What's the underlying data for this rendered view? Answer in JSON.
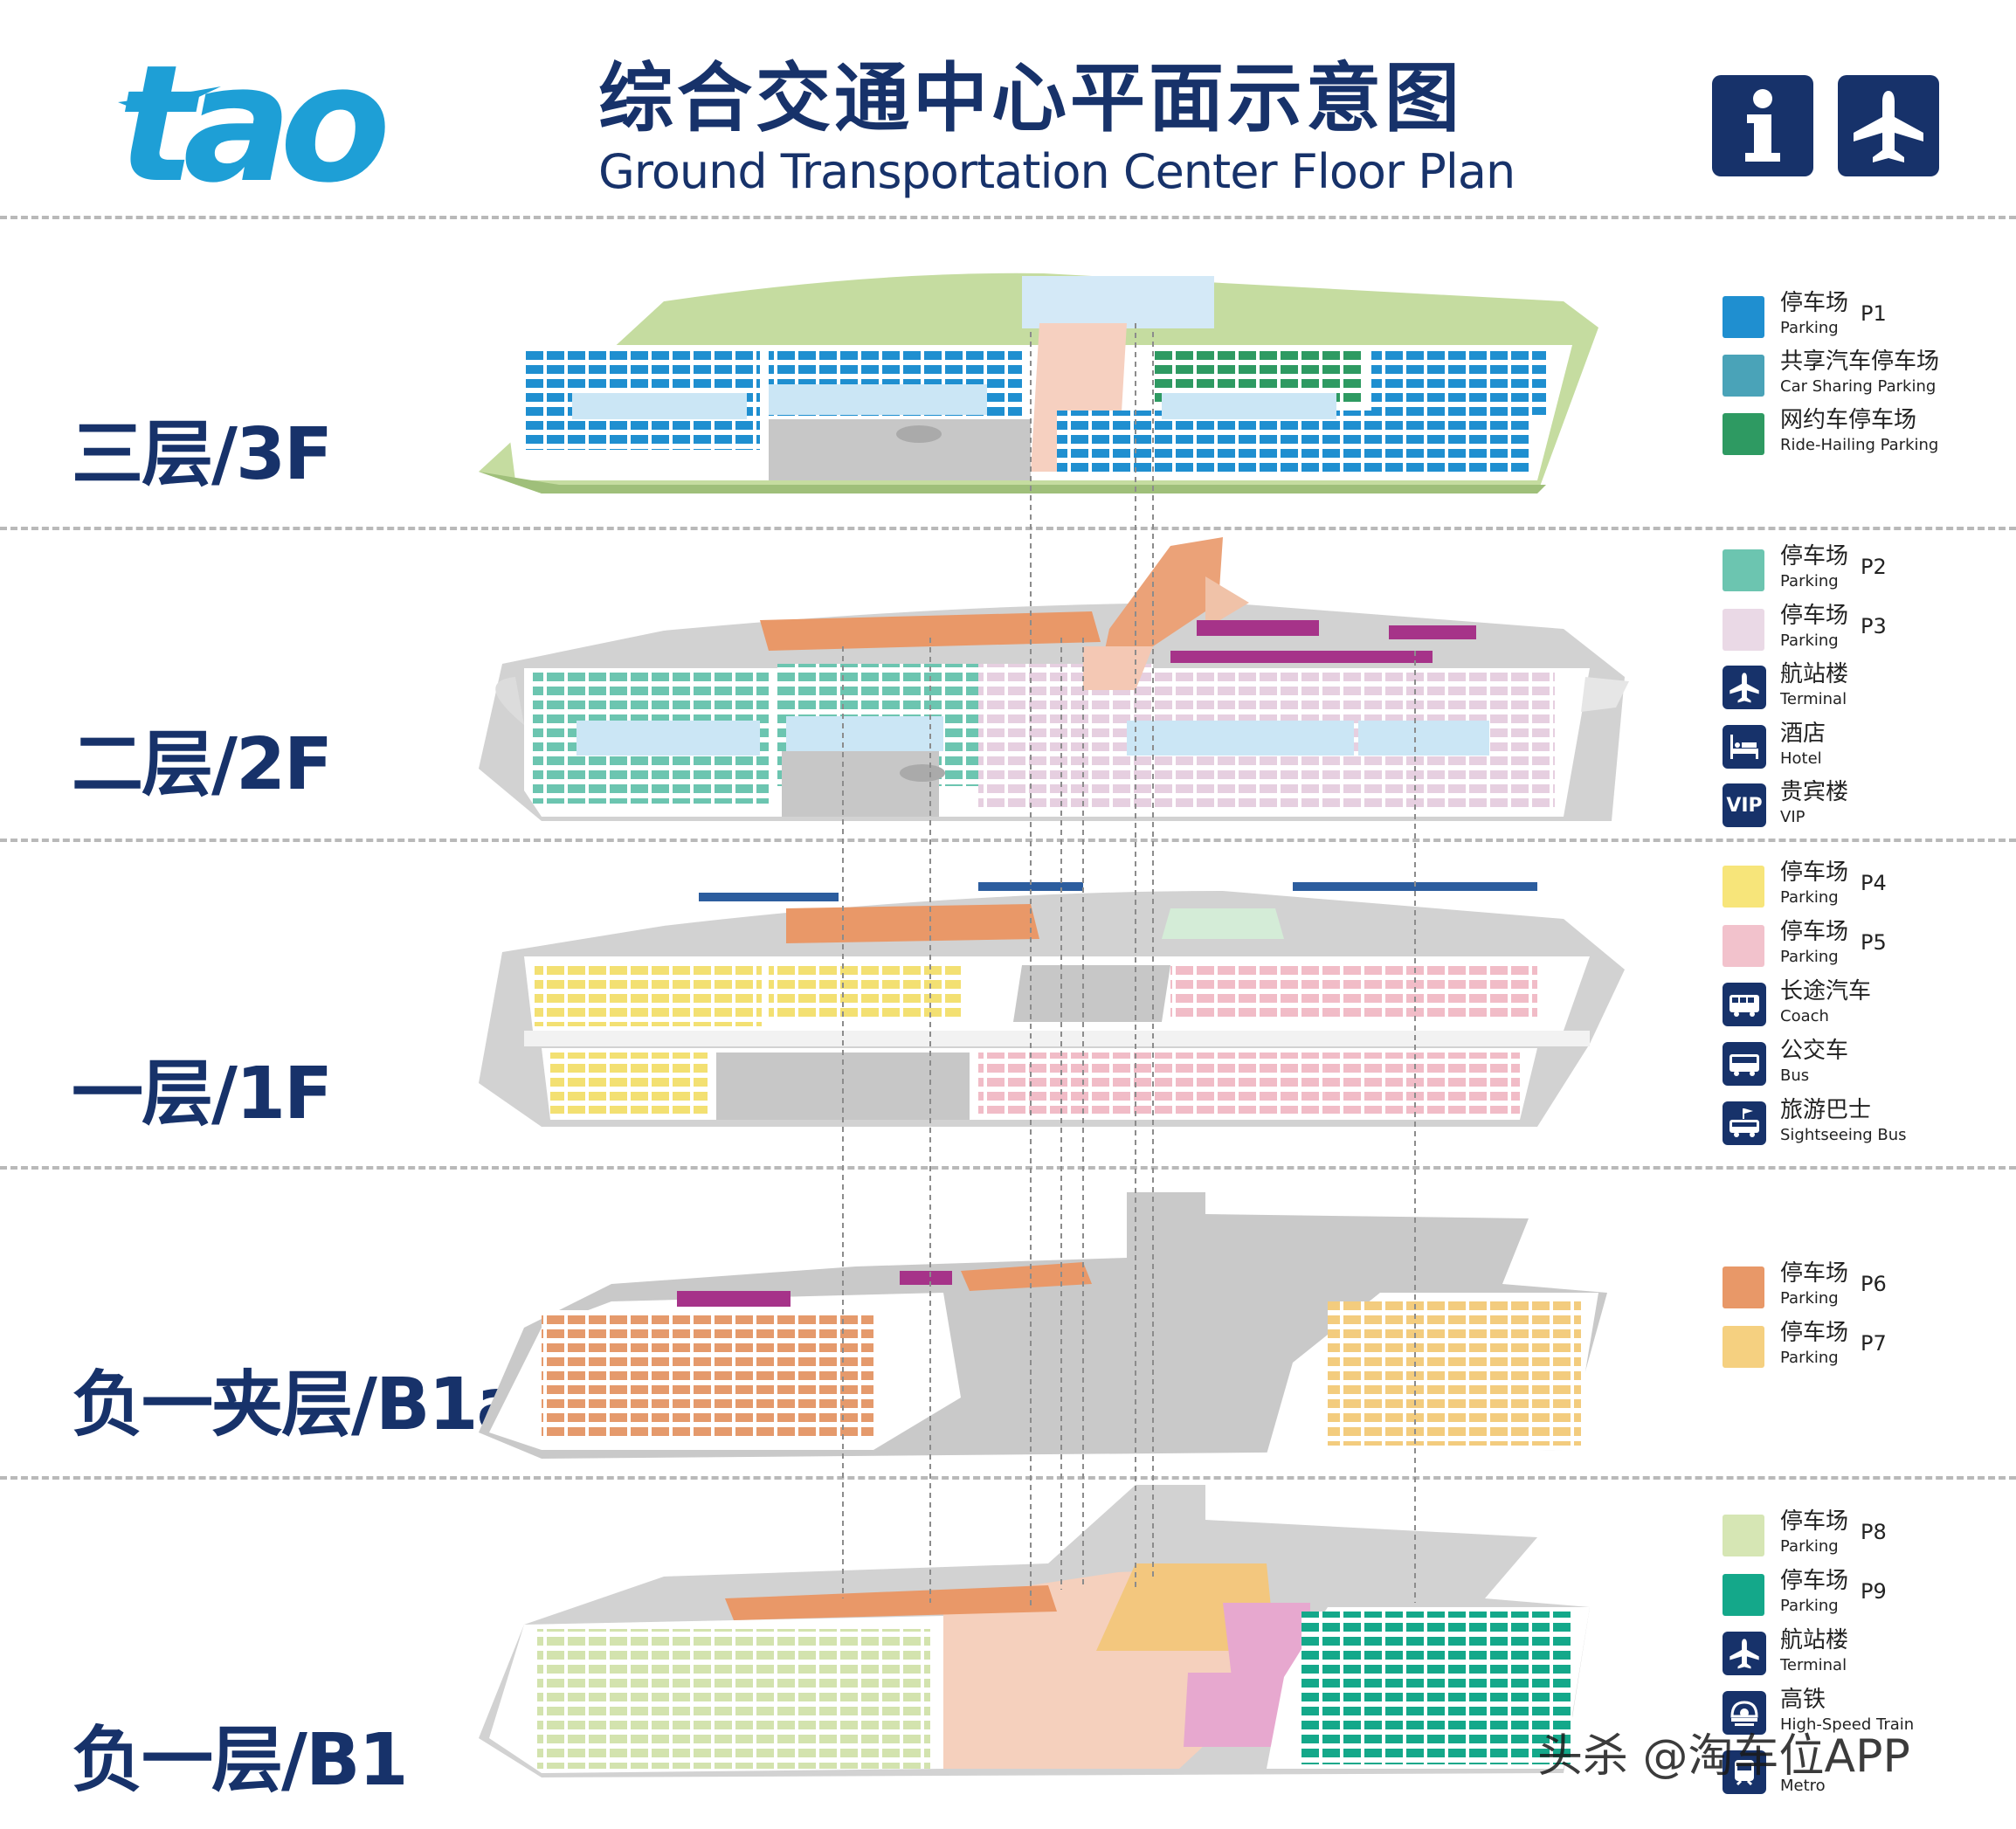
{
  "header": {
    "logo_text": "tao",
    "title_cn": "综合交通中心平面示意图",
    "title_en": "Ground Transportation Center Floor Plan",
    "info_icon": "info-icon",
    "airport_icon": "airplane-icon"
  },
  "floors": [
    {
      "id": "3f",
      "label": "三层/3F"
    },
    {
      "id": "2f",
      "label": "二层/2F"
    },
    {
      "id": "1f",
      "label": "一层/1F"
    },
    {
      "id": "b1a",
      "label": "负一夹层/B1a"
    },
    {
      "id": "b1",
      "label": "负一层/B1"
    }
  ],
  "legend": {
    "p1": {
      "cn": "停车场",
      "en": "Parking",
      "code": "P1",
      "color": "#1f8fd0"
    },
    "car_sharing": {
      "cn": "共享汽车停车场",
      "en": "Car Sharing Parking",
      "color": "#4aa3b8"
    },
    "ride_hailing": {
      "cn": "网约车停车场",
      "en": "Ride-Hailing Parking",
      "color": "#2e9a62"
    },
    "p2": {
      "cn": "停车场",
      "en": "Parking",
      "code": "P2",
      "color": "#6cc5b0"
    },
    "p3": {
      "cn": "停车场",
      "en": "Parking",
      "code": "P3",
      "color": "#ead9e6"
    },
    "terminal_2f": {
      "cn": "航站楼",
      "en": "Terminal",
      "icon": "airplane-icon"
    },
    "hotel": {
      "cn": "酒店",
      "en": "Hotel",
      "icon": "hotel-bed-icon"
    },
    "vip": {
      "cn": "贵宾楼",
      "en": "VIP",
      "icon": "vip-icon",
      "icon_text": "VIP"
    },
    "p4": {
      "cn": "停车场",
      "en": "Parking",
      "code": "P4",
      "color": "#f7e57a"
    },
    "p5": {
      "cn": "停车场",
      "en": "Parking",
      "code": "P5",
      "color": "#f2c2cc"
    },
    "coach": {
      "cn": "长途汽车",
      "en": "Coach",
      "icon": "coach-icon"
    },
    "bus": {
      "cn": "公交车",
      "en": "Bus",
      "icon": "bus-icon"
    },
    "sightseeing": {
      "cn": "旅游巴士",
      "en": "Sightseeing Bus",
      "icon": "sightseeing-bus-icon"
    },
    "p6": {
      "cn": "停车场",
      "en": "Parking",
      "code": "P6",
      "color": "#e89868"
    },
    "p7": {
      "cn": "停车场",
      "en": "Parking",
      "code": "P7",
      "color": "#f5d080"
    },
    "p8": {
      "cn": "停车场",
      "en": "Parking",
      "code": "P8",
      "color": "#d6e6b4"
    },
    "p9": {
      "cn": "停车场",
      "en": "Parking",
      "code": "P9",
      "color": "#14a88a"
    },
    "terminal_b1": {
      "cn": "航站楼",
      "en": "Terminal",
      "icon": "airplane-icon"
    },
    "hsr": {
      "cn": "高铁",
      "en": "High-Speed Train",
      "icon": "high-speed-train-icon"
    },
    "metro": {
      "en": "Metro",
      "icon": "metro-icon"
    }
  },
  "watermark": "头杀 @淘车位APP"
}
